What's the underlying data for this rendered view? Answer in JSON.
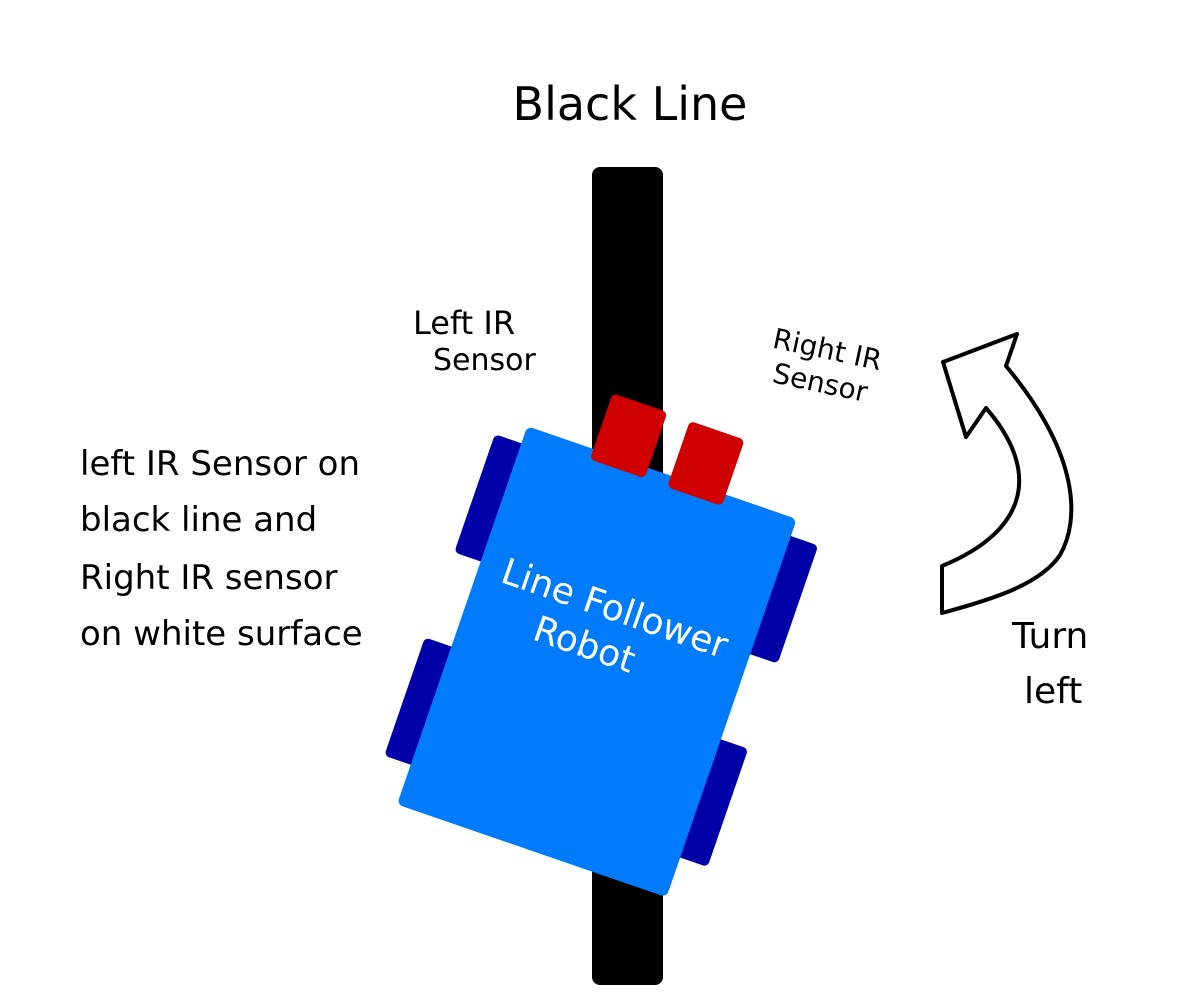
{
  "labels": {
    "title": "Black Line",
    "left_sensor_line1": "Left  IR",
    "left_sensor_line2": "Sensor",
    "right_sensor_line1": "Right IR",
    "right_sensor_line2": "Sensor",
    "condition_line1": "left IR Sensor on",
    "condition_line2": "black line and",
    "condition_line3": "Right IR sensor",
    "condition_line4": "on white surface",
    "robot_line1": "Line Follower",
    "robot_line2": "Robot",
    "action_line1": "Turn",
    "action_line2": "left"
  },
  "colors": {
    "line": "#000000",
    "robot_body": "#007bfc",
    "wheels": "#0000a8",
    "sensors": "#d00000",
    "arrow_fill": "#ffffff",
    "arrow_stroke": "#000000",
    "text": "#000000",
    "robot_text": "#ffffff"
  },
  "icons": {
    "turn_arrow": "curved-arrow-left-icon"
  }
}
